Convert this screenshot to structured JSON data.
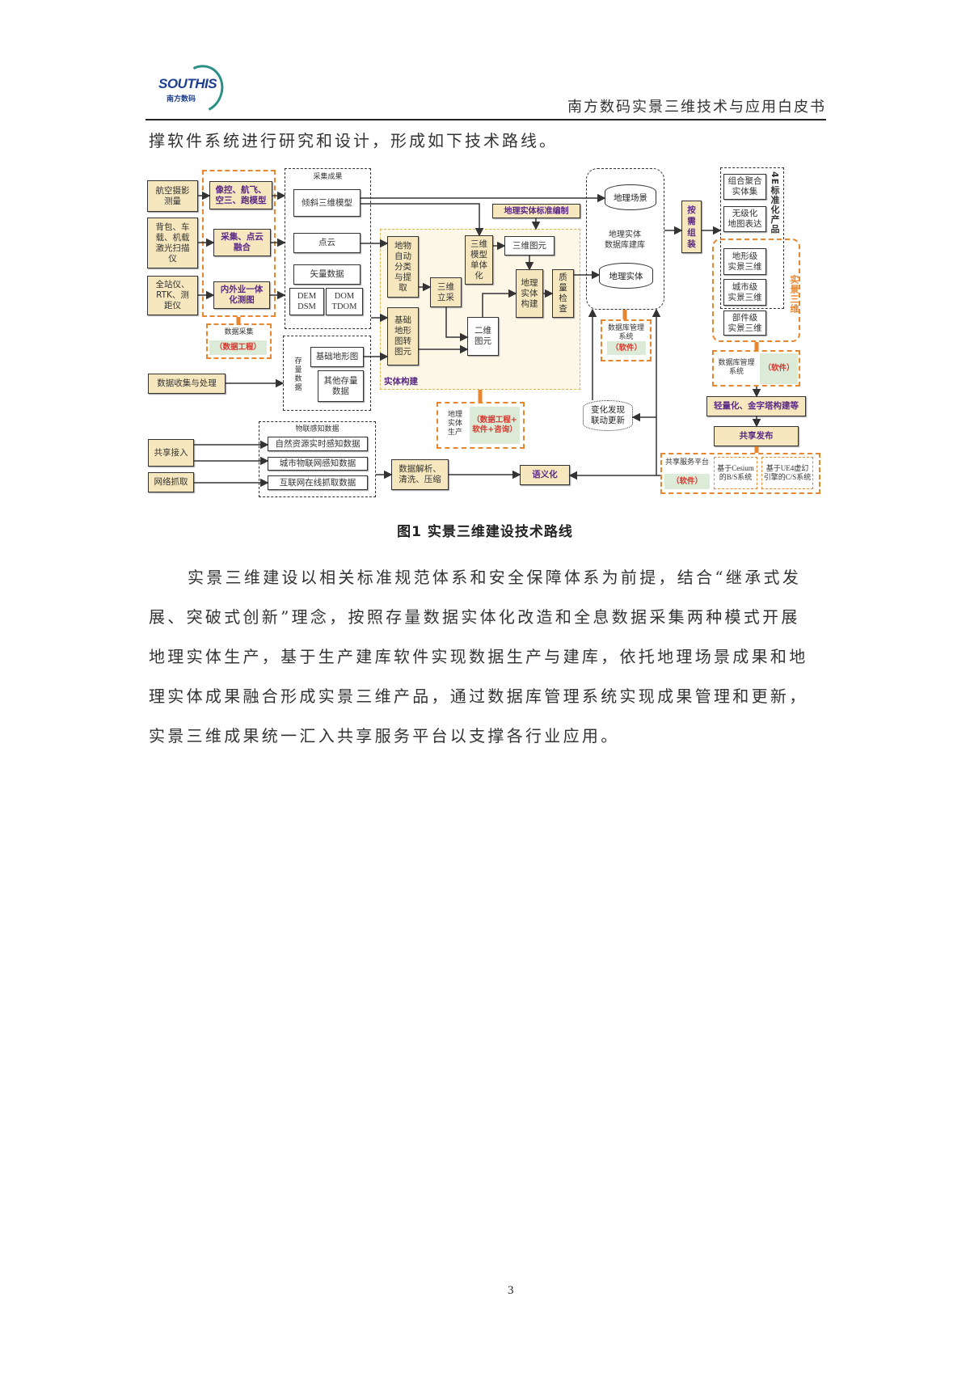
{
  "header": {
    "logo_text": "SOUTHIS",
    "logo_sub": "南方数码",
    "title": "南方数码实景三维技术与应用白皮书"
  },
  "lead_text": "撑软件系统进行研究和设计，形成如下技术路线。",
  "diagram": {
    "sources": [
      "航空摄影\n测量",
      "背包、车\n载、机载\n激光扫描\n仪",
      "全站仪、\nRTK、测\n距仪"
    ],
    "processes": [
      "像控、航飞、\n空三、跑模型",
      "采集、点云\n融合",
      "内外业一体\n化测图"
    ],
    "data_collection": {
      "label": "数据采集",
      "tag": "（数据工程）"
    },
    "collected": {
      "label": "采集成果",
      "items": [
        "倾斜三维模型",
        "点云",
        "矢量数据",
        "DEM\nDSM",
        "DOM\nTDOM"
      ]
    },
    "stock": {
      "label": "存量\n数据",
      "items": [
        "基础地形图",
        "其他存量\n数据"
      ]
    },
    "collect_process": "数据收集与处理",
    "entity_build": {
      "label": "实体构建",
      "standard": "地理实体标准编制",
      "steps": [
        "地物\n自动\n分类\n与提\n取",
        "基础\n地形\n图转\n图元",
        "三维\n立采",
        "三维\n模型\n单体\n化",
        "三维图元",
        "二维\n图元",
        "地理\n实体\n构建",
        "质\n量\n检\n查"
      ]
    },
    "entity_production": {
      "label": "地理\n实体\n生产",
      "tag": "（数据工程+\n软件+咨询）"
    },
    "database": {
      "scene": "地理场景",
      "title": "地理实体\n数据库建库",
      "entity": "地理实体"
    },
    "db_mgmt_1": {
      "label": "数据库管理\n系统",
      "tag": "（软件）"
    },
    "change_update": "变化发现\n联动更新",
    "assemble": "按\n需\n组\n装",
    "products_4e": {
      "label": "4E标准化产品",
      "items": [
        "组合聚合\n实体集",
        "无级化\n地图表达"
      ]
    },
    "real3d": {
      "label": "实景三维",
      "items": [
        "地形级\n实景三维",
        "城市级\n实景三维",
        "部件级\n实景三维"
      ]
    },
    "db_mgmt_2": {
      "label": "数据库管理\n系统",
      "tag": "（软件）"
    },
    "lightweight": "轻量化、金字塔构建等",
    "publish": "共享发布",
    "platform": {
      "label": "共享服务平台",
      "tag": "（软件）",
      "items": [
        "基于Cesium\n的B/S系统",
        "基于UE4虚幻\n引擎的C/S系统"
      ]
    },
    "iot": {
      "label": "物联感知数据",
      "items": [
        "自然资源实时感知数据",
        "城市物联网感知数据",
        "互联网在线抓取数据"
      ]
    },
    "access": [
      "共享接入",
      "网络抓取"
    ],
    "parse": "数据解析、\n清洗、压缩",
    "semantic": "语义化"
  },
  "caption": "图1  实景三维建设技术路线",
  "paragraph_lines": [
    "实景三维建设以相关标准规范体系和安全保障体系为前提，结合“继承式发",
    "展、突破式创新”理念，按照存量数据实体化改造和全息数据采集两种模式开展",
    "地理实体生产，基于生产建库软件实现数据生产与建库，依托地理场景成果和地",
    "理实体成果融合形成实景三维产品，通过数据库管理系统实现成果管理和更新，",
    "实景三维成果统一汇入共享服务平台以支撑各行业应用。"
  ],
  "page_number": "3",
  "colors": {
    "accent_orange": "#e8862e",
    "box_fill": "#f6e7bf",
    "label_purple": "#5b2a86",
    "tag_red": "#d9342b",
    "tag_green": "#dcebd8"
  }
}
